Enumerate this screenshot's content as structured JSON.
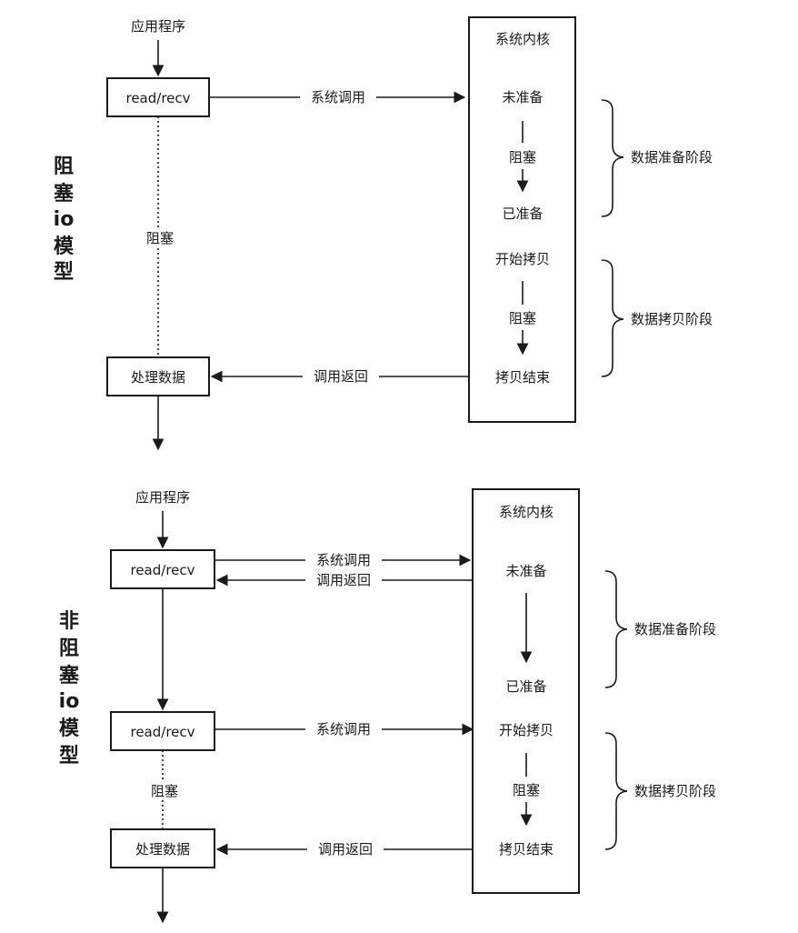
{
  "blocking": {
    "app_label": "应用程序",
    "read_box": "read/recv",
    "syscall_label": "系统调用",
    "kernel_title": "系统内核",
    "not_ready": "未准备",
    "block_wait": "阻塞",
    "ready": "已准备",
    "start_copy": "开始拷贝",
    "block_copy": "阻塞",
    "copy_done": "拷贝结束",
    "block_left": "阻塞",
    "process_box": "处理数据",
    "return_label": "调用返回",
    "prep_phase": "数据准备阶段",
    "copy_phase": "数据拷贝阶段",
    "side_title": [
      "阻",
      "塞",
      "io",
      "模",
      "型"
    ]
  },
  "nonblocking": {
    "app_label": "应用程序",
    "read_box_1": "read/recv",
    "syscall_label_1": "系统调用",
    "return_label_1": "调用返回",
    "kernel_title": "系统内核",
    "not_ready": "未准备",
    "ready": "已准备",
    "read_box_2": "read/recv",
    "syscall_label_2": "系统调用",
    "start_copy": "开始拷贝",
    "block_copy": "阻塞",
    "copy_done": "拷贝结束",
    "block_left": "阻塞",
    "process_box": "处理数据",
    "return_label_2": "调用返回",
    "prep_phase": "数据准备阶段",
    "copy_phase": "数据拷贝阶段",
    "side_title": [
      "非",
      "阻",
      "塞",
      "io",
      "模",
      "型"
    ]
  }
}
